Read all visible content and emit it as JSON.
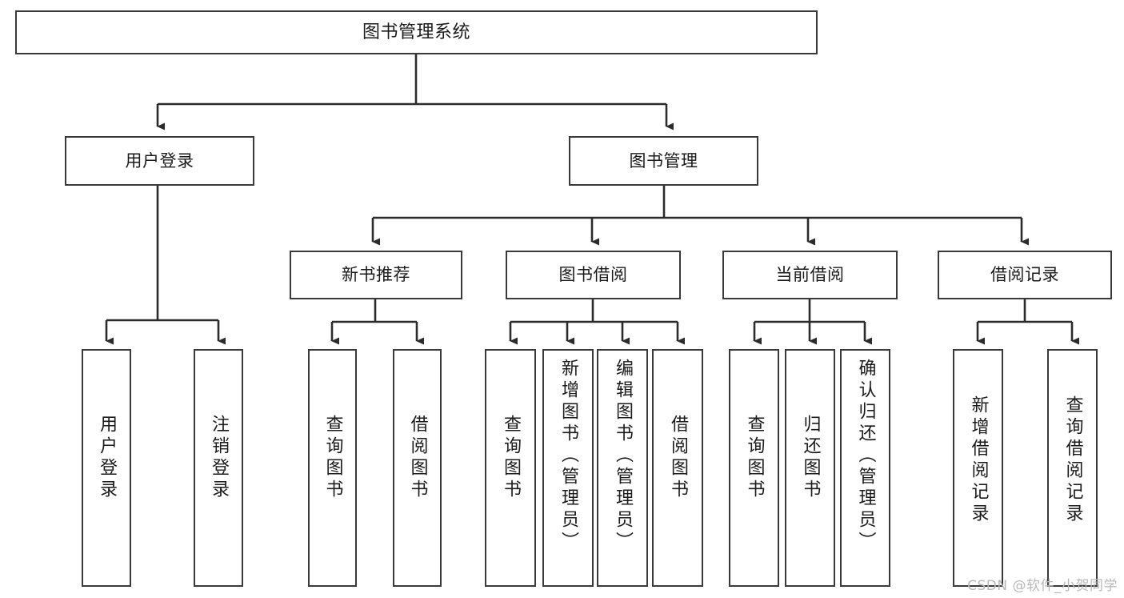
{
  "diagram": {
    "title": "图书管理系统",
    "type": "tree",
    "orientation": "top-down",
    "colors": {
      "box_border": "#3a3a3a",
      "box_fill": "#ffffff",
      "edge": "#2b2b2b",
      "text": "#1b1b1b",
      "watermark": "#b9b9b9"
    },
    "watermark": "CSDN @软件_小贺同学",
    "levels": {
      "root": {
        "label": "图书管理系统"
      },
      "level2": [
        {
          "label": "用户登录"
        },
        {
          "label": "图书管理"
        }
      ],
      "level3": [
        {
          "label": "新书推荐"
        },
        {
          "label": "图书借阅"
        },
        {
          "label": "当前借阅"
        },
        {
          "label": "借阅记录"
        }
      ],
      "leaves": {
        "user_login": [
          {
            "label": "用户登录"
          },
          {
            "label": "注销登录"
          }
        ],
        "new_book_recommend": [
          {
            "label": "查询图书"
          },
          {
            "label": "借阅图书"
          }
        ],
        "book_borrow": [
          {
            "label": "查询图书"
          },
          {
            "label": "新增图书（管理员）"
          },
          {
            "label": "编辑图书（管理员）"
          },
          {
            "label": "借阅图书"
          }
        ],
        "current_borrow": [
          {
            "label": "查询图书"
          },
          {
            "label": "归还图书"
          },
          {
            "label": "确认归还（管理员）"
          }
        ],
        "borrow_record": [
          {
            "label": "新增借阅记录"
          },
          {
            "label": "查询借阅记录"
          }
        ]
      }
    }
  }
}
